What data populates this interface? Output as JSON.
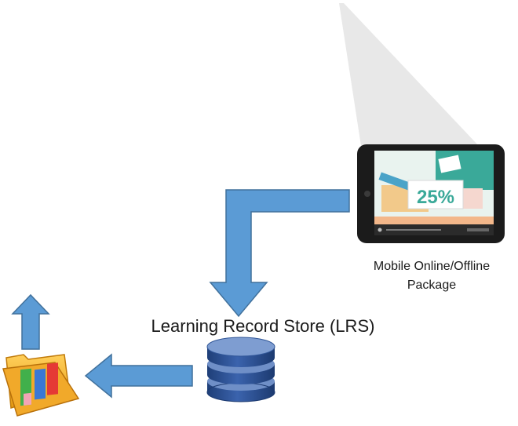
{
  "lrs": {
    "label": "Learning Record Store (LRS)"
  },
  "mobile_package": {
    "line1": "Mobile Online/Offline",
    "line2": "Package"
  },
  "tablet_screen": {
    "percent_text": "25%"
  },
  "icons": {
    "tablet": "tablet-device-icon",
    "database": "database-icon",
    "reports": "bar-chart-folder-icon"
  },
  "colors": {
    "arrow_fill": "#5b9bd5",
    "arrow_stroke": "#41719c",
    "database_blue": "#2f5597",
    "beam": "#e7e7e7",
    "screen_green": "#3aa999"
  }
}
